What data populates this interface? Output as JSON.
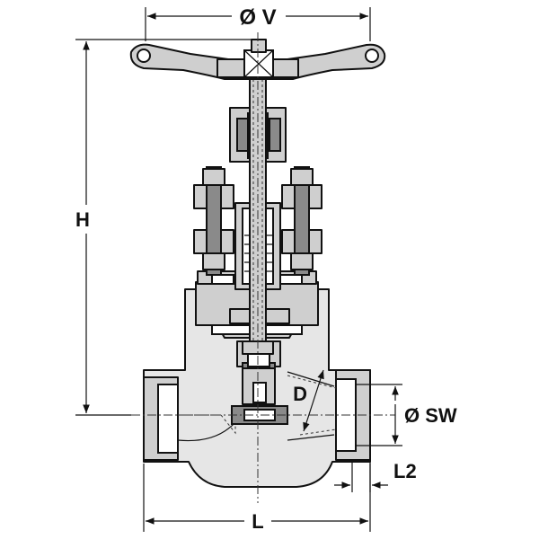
{
  "dimensions": {
    "handwheel_diameter": "Ø V",
    "height": "H",
    "port_diameter": "D",
    "socket_weld_diameter": "Ø SW",
    "socket_depth": "L2",
    "length": "L"
  },
  "colors": {
    "line": "#111111",
    "body_fill": "#e6e6e6",
    "part_fill": "#cfcfcf",
    "shade": "#8a8a8a"
  }
}
